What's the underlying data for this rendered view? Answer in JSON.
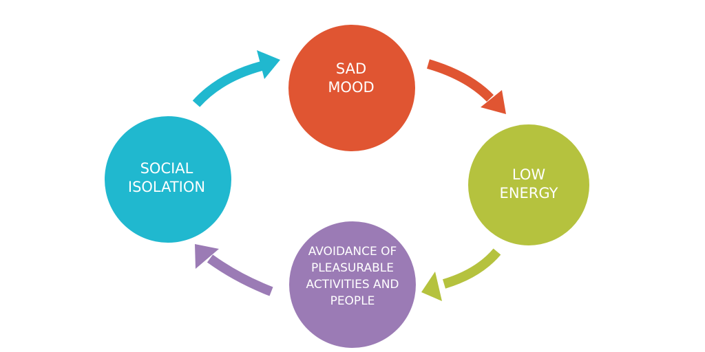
{
  "diagram": {
    "type": "cycle",
    "nodes": [
      {
        "id": "sad-mood",
        "lines": [
          "SAD",
          "MOOD"
        ],
        "color": "#E05532"
      },
      {
        "id": "low-energy",
        "lines": [
          "LOW",
          "ENERGY"
        ],
        "color": "#B5C23E"
      },
      {
        "id": "avoidance",
        "lines": [
          "AVOIDANCE OF",
          "PLEASURABLE",
          "ACTIVITIES AND",
          "PEOPLE"
        ],
        "color": "#9B7BB5"
      },
      {
        "id": "social-isolation",
        "lines": [
          "SOCIAL",
          "ISOLATION"
        ],
        "color": "#20B8CF"
      }
    ],
    "edges": [
      {
        "from": "sad-mood",
        "to": "low-energy",
        "color": "#E05532"
      },
      {
        "from": "low-energy",
        "to": "avoidance",
        "color": "#B5C23E"
      },
      {
        "from": "avoidance",
        "to": "social-isolation",
        "color": "#9B7BB5"
      },
      {
        "from": "social-isolation",
        "to": "sad-mood",
        "color": "#20B8CF"
      }
    ]
  }
}
